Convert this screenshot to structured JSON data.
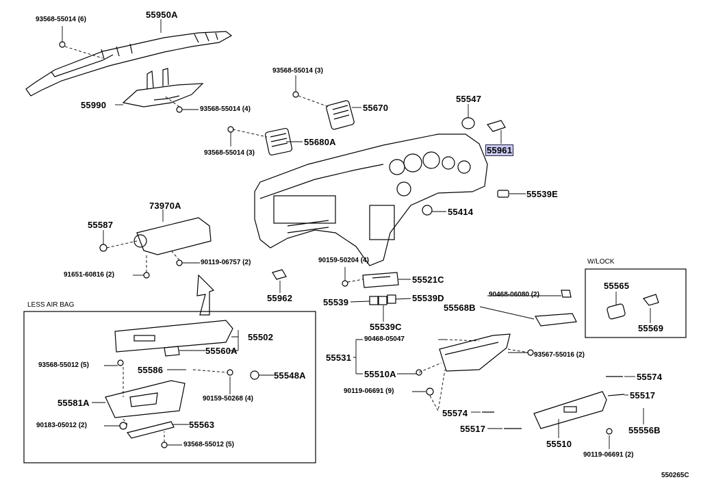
{
  "figure_id": "550265C",
  "section_labels": {
    "less_air_bag": "LESS AIR BAG",
    "w_lock": "W/LOCK"
  },
  "highlighted_part": "55961",
  "parts": {
    "p_55950A": "55950A",
    "p_93568_55014_6": "93568-55014 (6)",
    "p_55990": "55990",
    "p_93568_55014_4": "93568-55014 (4)",
    "p_93568_55014_3a": "93568-55014 (3)",
    "p_55670": "55670",
    "p_55680A": "55680A",
    "p_93568_55014_3b": "93568-55014 (3)",
    "p_55547": "55547",
    "p_55961": "55961",
    "p_55539E": "55539E",
    "p_73970A": "73970A",
    "p_55587": "55587",
    "p_90119_06757_2": "90119-06757 (2)",
    "p_91651_60816_2": "91651-60816 (2)",
    "p_55414": "55414",
    "p_90159_50204_4": "90159-50204 (4)",
    "p_55521C": "55521C",
    "p_55962": "55962",
    "p_55539": "55539",
    "p_55539D": "55539D",
    "p_55539C": "55539C",
    "p_90468_06080_2": "90468-06080 (2)",
    "p_55568B": "55568B",
    "p_55565": "55565",
    "p_55569": "55569",
    "p_55502": "55502",
    "p_55560A": "55560A",
    "p_93568_55012_5a": "93568-55012 (5)",
    "p_55586": "55586",
    "p_55548A": "55548A",
    "p_90159_50268_4": "90159-50268 (4)",
    "p_55581A": "55581A",
    "p_90183_05012_2": "90183-05012 (2)",
    "p_55563": "55563",
    "p_93568_55012_5b": "93568-55012 (5)",
    "p_90468_05047": "90468-05047",
    "p_55531": "55531",
    "p_55510A": "55510A",
    "p_93567_55016_2": "93567-55016 (2)",
    "p_90119_06691_9": "90119-06691 (9)",
    "p_55574a": "55574",
    "p_55574b": "55574",
    "p_55517a": "55517",
    "p_55517b": "55517",
    "p_55556B": "55556B",
    "p_55510": "55510",
    "p_90119_06691_2": "90119-06691 (2)"
  }
}
